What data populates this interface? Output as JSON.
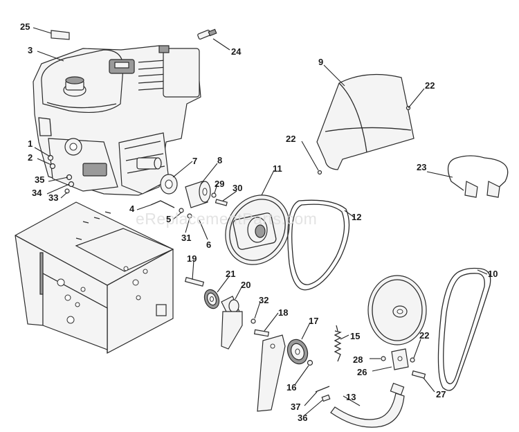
{
  "watermark": "eReplacementParts.com",
  "callouts": [
    {
      "id": "25",
      "label": "25"
    },
    {
      "id": "3",
      "label": "3"
    },
    {
      "id": "24",
      "label": "24"
    },
    {
      "id": "9",
      "label": "9"
    },
    {
      "id": "22a",
      "label": "22"
    },
    {
      "id": "22b",
      "label": "22"
    },
    {
      "id": "22c",
      "label": "22"
    },
    {
      "id": "23",
      "label": "23"
    },
    {
      "id": "1",
      "label": "1"
    },
    {
      "id": "2",
      "label": "2"
    },
    {
      "id": "35",
      "label": "35"
    },
    {
      "id": "34",
      "label": "34"
    },
    {
      "id": "33",
      "label": "33"
    },
    {
      "id": "7",
      "label": "7"
    },
    {
      "id": "8",
      "label": "8"
    },
    {
      "id": "11",
      "label": "11"
    },
    {
      "id": "29",
      "label": "29"
    },
    {
      "id": "30",
      "label": "30"
    },
    {
      "id": "4",
      "label": "4"
    },
    {
      "id": "5",
      "label": "5"
    },
    {
      "id": "31",
      "label": "31"
    },
    {
      "id": "6",
      "label": "6"
    },
    {
      "id": "12",
      "label": "12"
    },
    {
      "id": "10",
      "label": "10"
    },
    {
      "id": "19",
      "label": "19"
    },
    {
      "id": "21",
      "label": "21"
    },
    {
      "id": "20",
      "label": "20"
    },
    {
      "id": "32",
      "label": "32"
    },
    {
      "id": "18",
      "label": "18"
    },
    {
      "id": "17",
      "label": "17"
    },
    {
      "id": "15",
      "label": "15"
    },
    {
      "id": "16",
      "label": "16"
    },
    {
      "id": "28",
      "label": "28"
    },
    {
      "id": "26",
      "label": "26"
    },
    {
      "id": "27",
      "label": "27"
    },
    {
      "id": "13",
      "label": "13"
    },
    {
      "id": "37",
      "label": "37"
    },
    {
      "id": "36",
      "label": "36"
    }
  ]
}
